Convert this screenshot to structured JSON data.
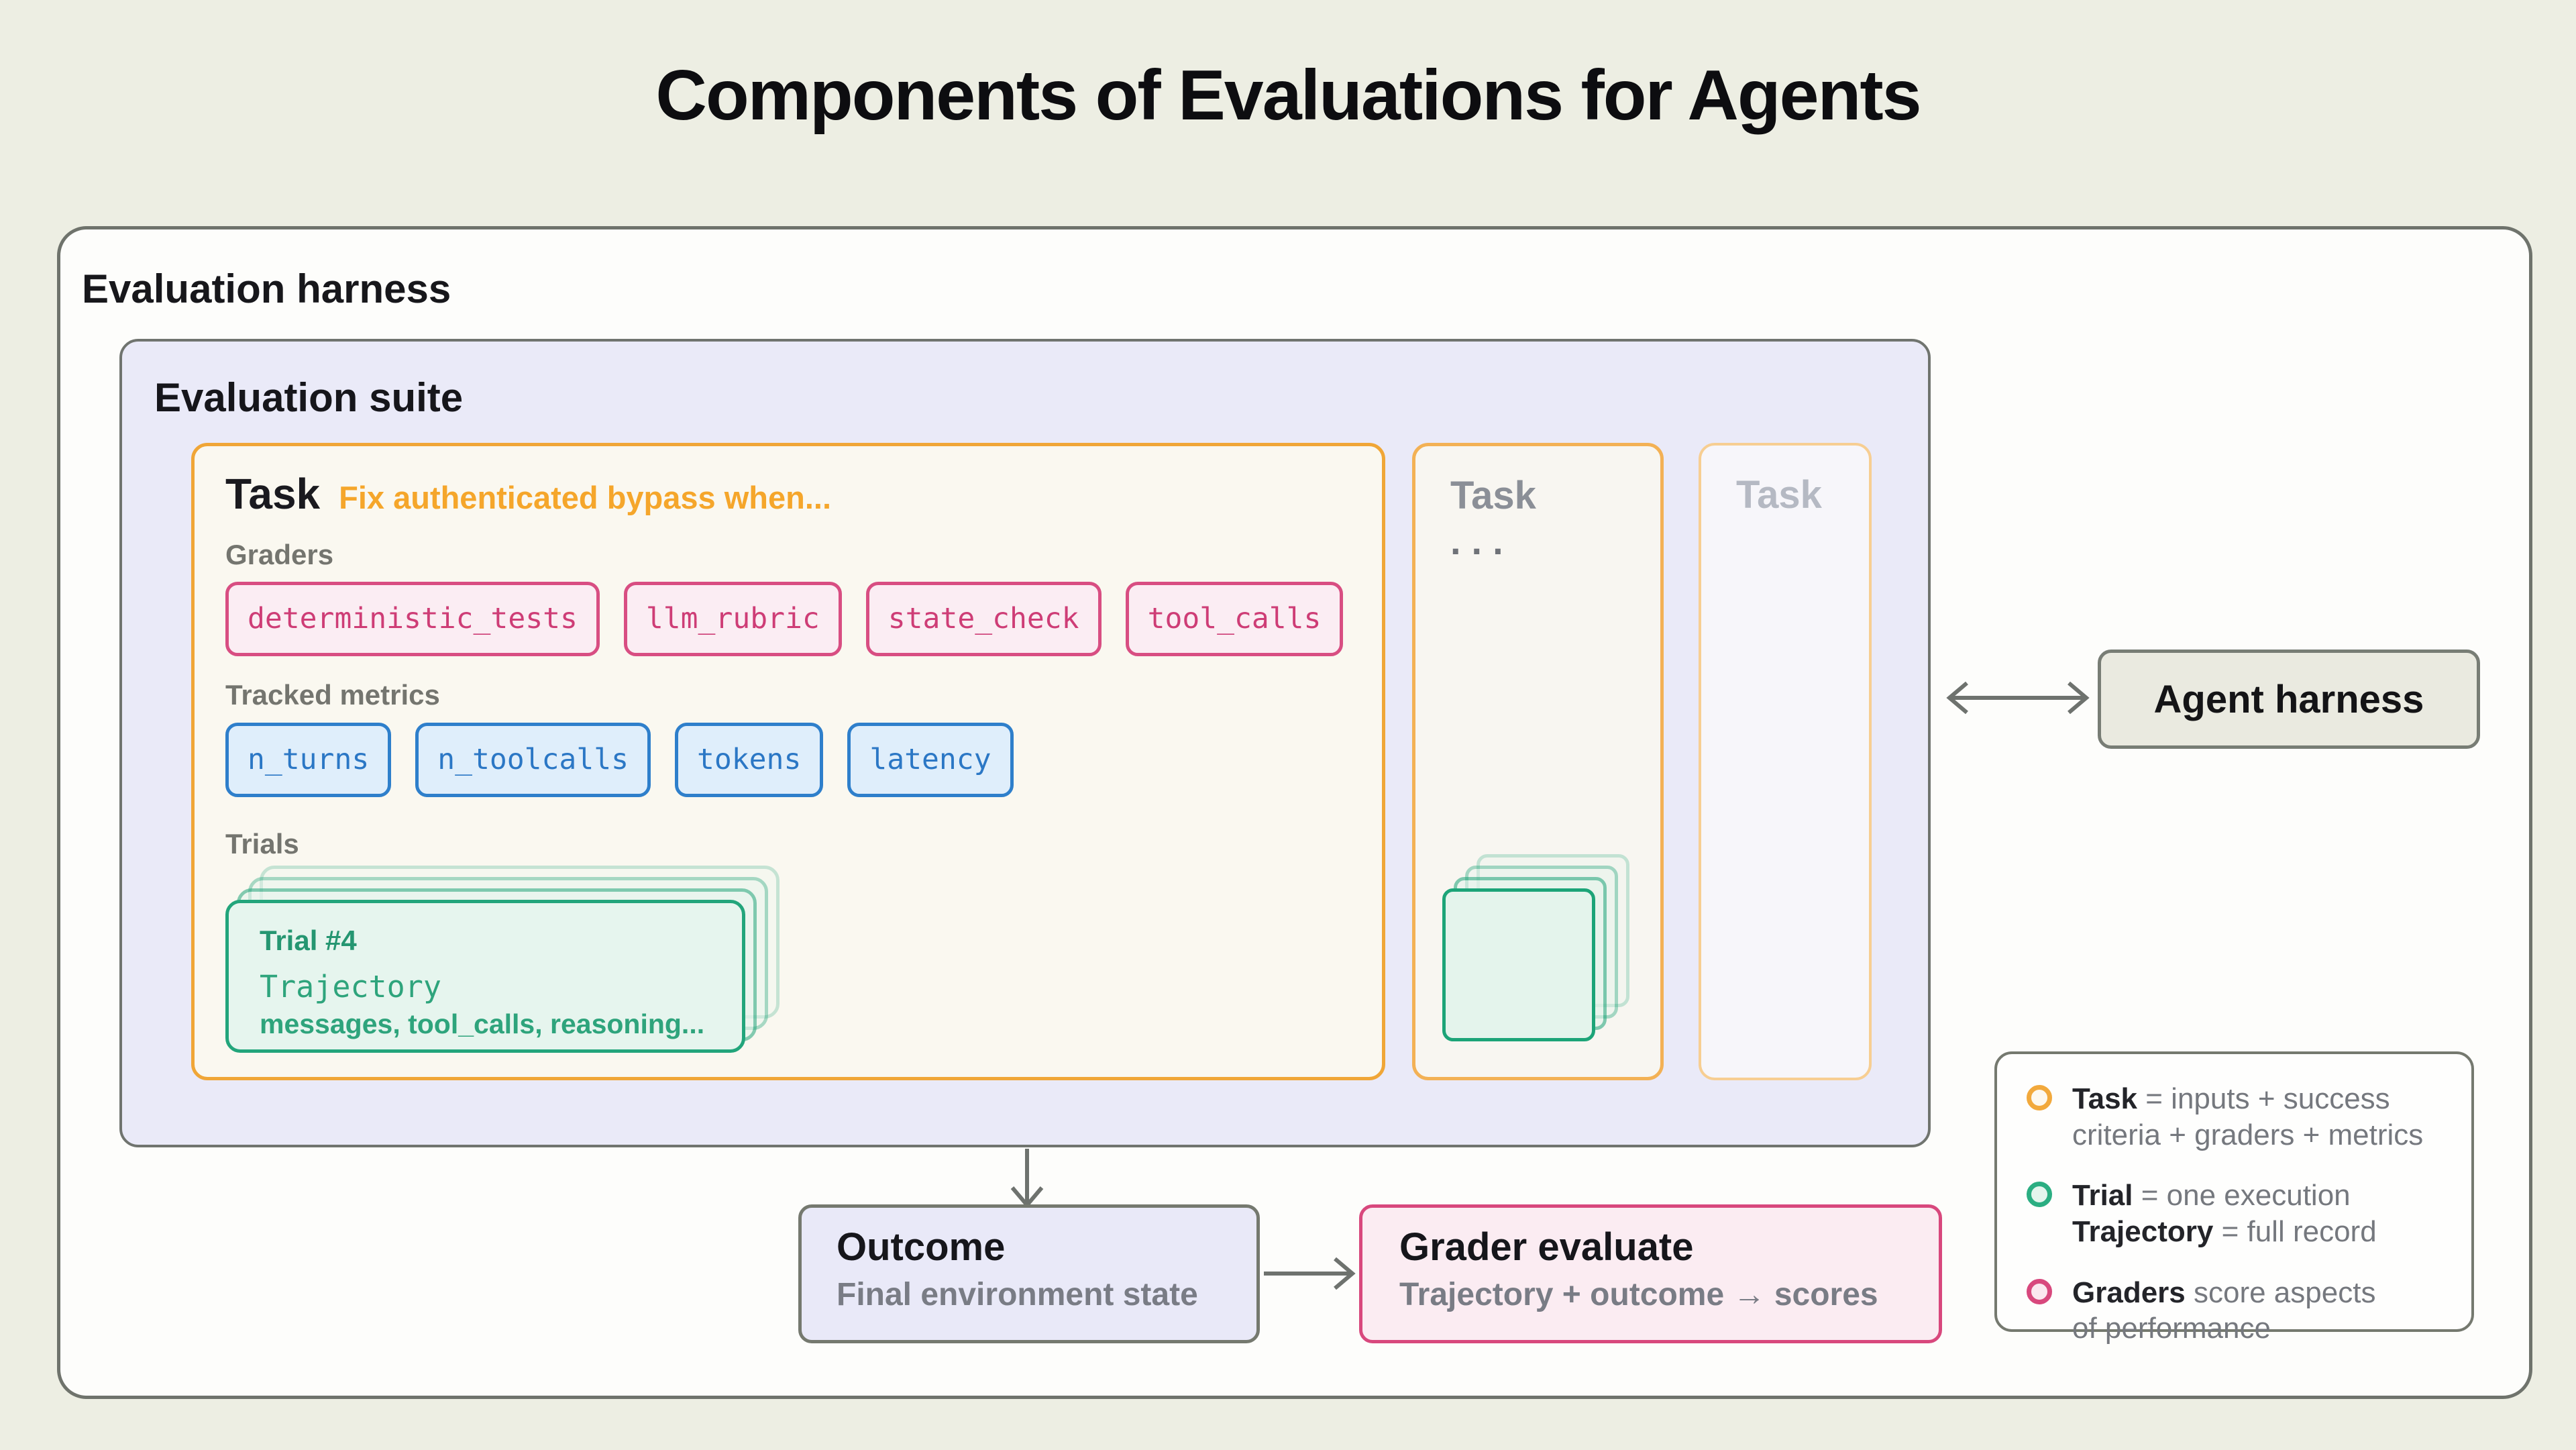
{
  "title": "Components of Evaluations for Agents",
  "harness": {
    "label": "Evaluation harness"
  },
  "suite": {
    "label": "Evaluation suite",
    "task_main": {
      "heading": "Task",
      "subtitle": "Fix authenticated bypass when...",
      "graders_label": "Graders",
      "graders": [
        "deterministic_tests",
        "llm_rubric",
        "state_check",
        "tool_calls"
      ],
      "metrics_label": "Tracked metrics",
      "metrics": [
        "n_turns",
        "n_toolcalls",
        "tokens",
        "latency"
      ],
      "trials_label": "Trials",
      "trial": {
        "title": "Trial #4",
        "trajectory_label": "Trajectory",
        "details": "messages, tool_calls, reasoning..."
      }
    },
    "task_second": {
      "heading": "Task",
      "ellipsis": "..."
    },
    "task_third": {
      "heading": "Task"
    }
  },
  "agent": {
    "label": "Agent harness"
  },
  "outcome": {
    "title": "Outcome",
    "subtitle": "Final environment state"
  },
  "grader_evaluate": {
    "title": "Grader evaluate",
    "subtitle": "Trajectory + outcome → scores"
  },
  "legend": {
    "items": [
      {
        "icon": "task-ring",
        "b1": "Task",
        "r1": " = inputs + success",
        "b2": "",
        "r2": "criteria + graders + metrics"
      },
      {
        "icon": "trial-ring",
        "b1": "Trial",
        "r1": " = one execution",
        "b2": "Trajectory",
        "r2": " = full record"
      },
      {
        "icon": "graders-ring",
        "b1": "Graders",
        "r1": " score aspects",
        "b2": "",
        "r2": "of performance"
      }
    ]
  },
  "colors": {
    "page_bg": "#EDEEE3",
    "harness_bg": "#FDFDFB",
    "suite_bg": "#EAEAF8",
    "task_bg": "#FAF8F0",
    "accent_orange": "#F0A637",
    "accent_pink": "#D8487D",
    "accent_blue": "#2E7FCB",
    "accent_green": "#22A57B",
    "arrow_gray": "#6E726E"
  }
}
